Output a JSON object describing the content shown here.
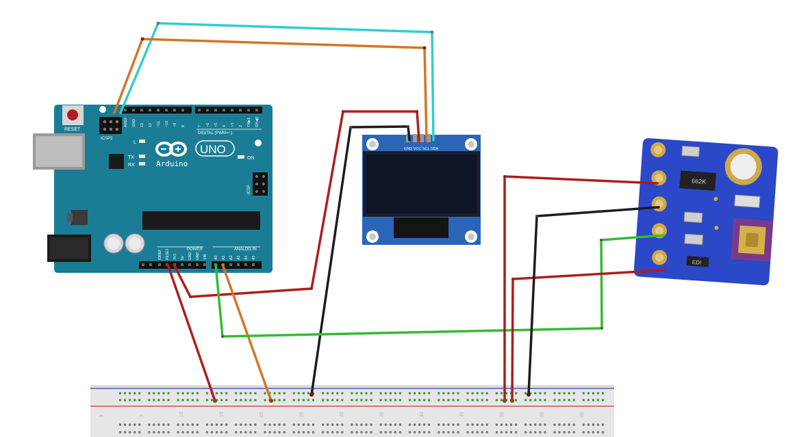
{
  "arduino": {
    "reset_label": "RESET",
    "icsp2_label": "ICSP2",
    "icsp_label": "ICSP",
    "brand": "Arduino",
    "model": "UNO",
    "led_l": "L",
    "led_tx": "TX",
    "led_rx": "RX",
    "led_on": "ON",
    "digital_label": "DIGITAL (PWM=~)",
    "power_label": "POWER",
    "analog_label": "ANALOG IN",
    "top_pins": [
      "AREF",
      "GND",
      "13",
      "12",
      "~11",
      "~10",
      "~9",
      "8",
      "7",
      "~6",
      "~5",
      "4",
      "~3",
      "2",
      "TX▶1",
      "RX◀0"
    ],
    "power_pins": [
      "IOREF",
      "RESET",
      "3V3",
      "5V",
      "GND",
      "GND",
      "VIN"
    ],
    "analog_pins": [
      "A0",
      "A1",
      "A2",
      "A3",
      "A4",
      "A5"
    ]
  },
  "oled": {
    "pin_labels": "GND VCC SCL SDA"
  },
  "sensor": {
    "chip_label": "662K",
    "small_label": "EDI"
  },
  "breadboard": {
    "column_numbers": [
      "1",
      "5",
      "10",
      "15",
      "20",
      "25",
      "30",
      "35",
      "40",
      "45",
      "50",
      "55",
      "60"
    ]
  },
  "colors": {
    "arduino_board": "#1b7d95",
    "sensor_board": "#2a48c8",
    "wire_red": "#b01c1c",
    "wire_black": "#1c1c1c",
    "wire_green": "#33bb33",
    "wire_orange": "#d47524",
    "wire_cyan": "#33cccc"
  }
}
